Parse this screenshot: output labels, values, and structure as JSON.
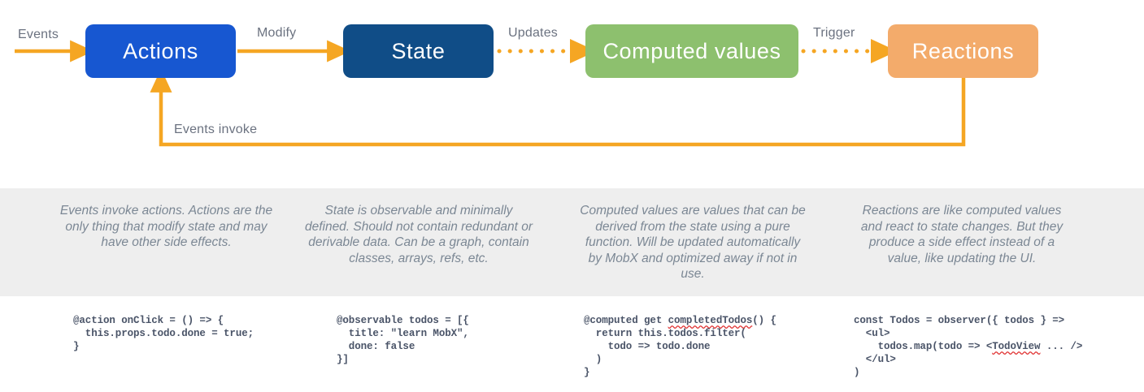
{
  "diagram": {
    "title": "MobX core concepts data flow",
    "colors": {
      "actions": "#1757d1",
      "state": "#104d87",
      "computed": "#8dc06e",
      "reactions": "#f3ab6b",
      "arrow": "#f5a623",
      "band_background": "#eeeeee",
      "description_text": "#7b8794",
      "code_text": "#4a5468",
      "edge_label_text": "#6b7280",
      "node_label_text": "#ffffff",
      "spellcheck_underline": "#e03030"
    },
    "nodes": [
      {
        "id": "actions",
        "label": "Actions"
      },
      {
        "id": "state",
        "label": "State"
      },
      {
        "id": "computed",
        "label": "Computed values"
      },
      {
        "id": "reactions",
        "label": "Reactions"
      }
    ],
    "edges": [
      {
        "id": "events",
        "label": "Events",
        "style": "solid"
      },
      {
        "id": "modify",
        "label": "Modify",
        "style": "solid"
      },
      {
        "id": "updates",
        "label": "Updates",
        "style": "dotted"
      },
      {
        "id": "trigger",
        "label": "Trigger",
        "style": "dotted"
      },
      {
        "id": "events-invoke",
        "label": "Events invoke",
        "style": "solid"
      }
    ],
    "descriptions": [
      {
        "id": "actions-desc",
        "text": "Events invoke actions. Actions are the only thing that modify state and may have other side effects."
      },
      {
        "id": "state-desc",
        "text": "State is observable and minimally defined. Should not contain redundant or derivable data. Can be a graph, contain classes, arrays, refs, etc."
      },
      {
        "id": "computed-desc",
        "text": "Computed values are values that can be derived from the state using a pure function. Will be updated automatically by MobX and optimized away if not in use."
      },
      {
        "id": "reactions-desc",
        "text": "Reactions are like computed values and react to state changes. But they produce a side effect instead of a value, like updating the UI."
      }
    ],
    "code_samples": [
      {
        "id": "actions-code",
        "lines": [
          "@action onClick = () => {",
          "  this.props.todo.done = true;",
          "}"
        ]
      },
      {
        "id": "state-code",
        "lines": [
          "@observable todos = [{",
          "  title: \"learn MobX\",",
          "  done: false",
          "}]"
        ]
      },
      {
        "id": "computed-code",
        "lines": [
          "@computed get completedTodos() {",
          "  return this.todos.filter(",
          "    todo => todo.done",
          "  )",
          "}"
        ],
        "misspelled": "completedTodos"
      },
      {
        "id": "reactions-code",
        "lines": [
          "const Todos = observer({ todos } =>",
          "  <ul>",
          "    todos.map(todo => <TodoView ... />",
          "  </ul>",
          ")"
        ],
        "misspelled": "TodoView"
      }
    ]
  }
}
